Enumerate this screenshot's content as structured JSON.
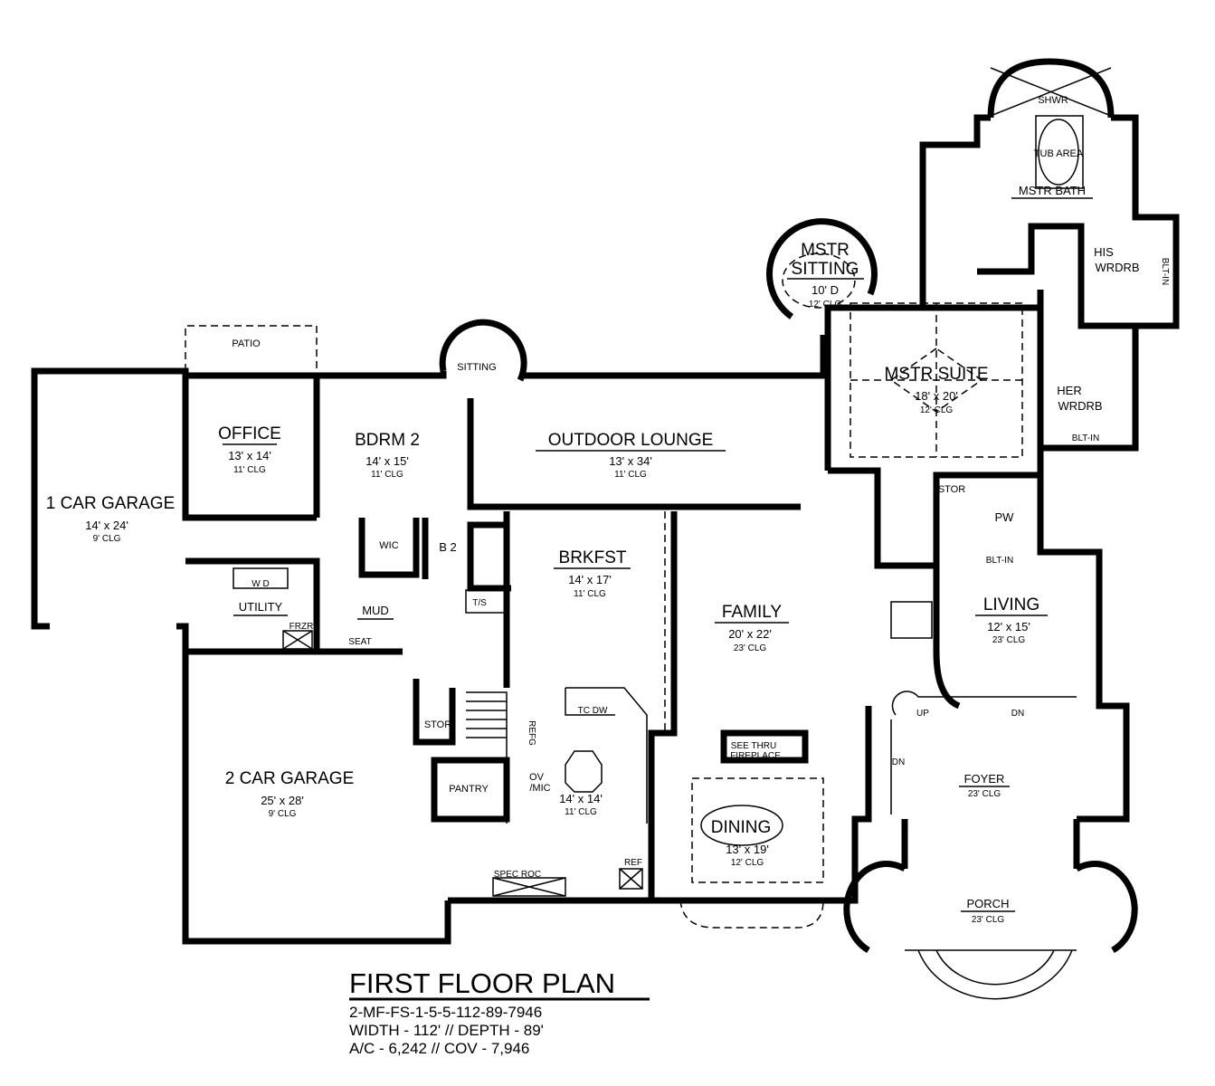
{
  "plan": {
    "title": "FIRST FLOOR PLAN",
    "plan_code": "2-MF-FS-1-5-5-112-89-7946",
    "dimensions": "WIDTH - 112' // DEPTH - 89'",
    "area": "A/C - 6,242 // COV - 7,946"
  },
  "rooms": {
    "patio": {
      "name": "PATIO"
    },
    "one_car_garage": {
      "name": "1 CAR GARAGE",
      "size": "14' x 24'",
      "clg": "9' CLG"
    },
    "office": {
      "name": "OFFICE",
      "size": "13' x 14'",
      "clg": "11' CLG"
    },
    "bdrm2": {
      "name": "BDRM 2",
      "size": "14' x 15'",
      "clg": "11' CLG"
    },
    "sitting": {
      "name": "SITTING"
    },
    "outdoor_lounge": {
      "name": "OUTDOOR LOUNGE",
      "size": "13' x 34'",
      "clg": "11' CLG"
    },
    "mstr_sitting": {
      "name1": "MSTR",
      "name2": "SITTING",
      "size": "10' D",
      "clg": "12' CLG"
    },
    "mstr_suite": {
      "name": "MSTR SUITE",
      "size": "18' x 20'",
      "clg": "12' CLG"
    },
    "mstr_bath": {
      "name": "MSTR BATH",
      "shower": "SHWR",
      "tub": "TUB AREA"
    },
    "his_wrdrb": {
      "name1": "HIS",
      "name2": "WRDRB",
      "builtin": "BLT-IN"
    },
    "her_wrdrb": {
      "name1": "HER",
      "name2": "WRDRB",
      "builtin": "BLT-IN"
    },
    "stor_upper": {
      "name": "STOR"
    },
    "pw": {
      "name": "PW",
      "builtin": "BLT-IN"
    },
    "living": {
      "name": "LIVING",
      "size": "12' x 15'",
      "clg": "23' CLG"
    },
    "wic": {
      "name": "WIC"
    },
    "b2": {
      "name": "B 2",
      "tub": "T/S"
    },
    "brkfst": {
      "name": "BRKFST",
      "size": "14' x 17'",
      "clg": "11' CLG"
    },
    "family": {
      "name": "FAMILY",
      "size": "20' x 22'",
      "clg": "23' CLG"
    },
    "utility": {
      "name": "UTILITY",
      "wd": "W D",
      "frzr": "FRZR"
    },
    "mud": {
      "name": "MUD",
      "seat": "SEAT"
    },
    "stor_lower": {
      "name": "STOR"
    },
    "pantry": {
      "name": "PANTRY"
    },
    "kitchen": {
      "size": "14' x 14'",
      "clg": "11' CLG",
      "tc_dw": "TC DW",
      "refg": "REFG",
      "ov1": "OV",
      "ov2": "/MIC",
      "spec_roc": "SPEC ROC",
      "ref": "REF"
    },
    "fireplace": {
      "line1": "SEE THRU",
      "line2": "FIREPLACE"
    },
    "dining": {
      "name": "DINING",
      "size": "13' x 19'",
      "clg": "12' CLG"
    },
    "foyer": {
      "name": "FOYER",
      "clg": "23' CLG",
      "up": "UP",
      "dn1": "DN",
      "dn2": "DN"
    },
    "porch": {
      "name": "PORCH",
      "clg": "23' CLG"
    },
    "two_car_garage": {
      "name": "2 CAR GARAGE",
      "size": "25' x 28'",
      "clg": "9' CLG"
    }
  }
}
